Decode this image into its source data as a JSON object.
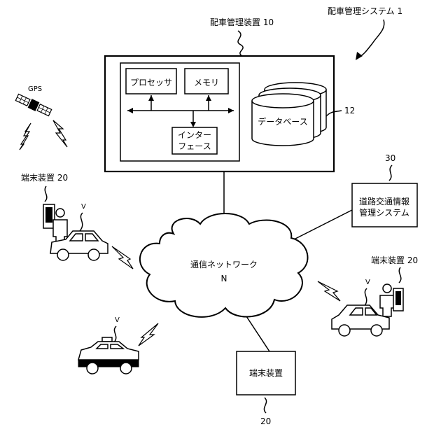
{
  "system": {
    "label": "配車管理システム 1"
  },
  "server": {
    "label": "配車管理装置 10",
    "processor": "プロセッサ",
    "memory": "メモリ",
    "interface_line1": "インター",
    "interface_line2": "フェース",
    "database": "データベース",
    "database_ref": "12"
  },
  "gps": {
    "label": "GPS"
  },
  "traffic": {
    "ref": "30",
    "line1": "道路交通情報",
    "line2": "管理システム"
  },
  "network": {
    "label": "通信ネットワーク",
    "ref": "N"
  },
  "terminal_left": {
    "label": "端末装置 20",
    "vehicle_ref": "V"
  },
  "terminal_right": {
    "label": "端末装置 20",
    "vehicle_ref": "V"
  },
  "taxi": {
    "vehicle_ref": "V"
  },
  "terminal_bottom": {
    "label": "端末装置",
    "ref": "20"
  },
  "icons": [
    "satellite-icon",
    "signal-icon",
    "person-icon",
    "phone-icon",
    "car-icon",
    "taxi-icon",
    "cloud-icon",
    "database-icon"
  ]
}
